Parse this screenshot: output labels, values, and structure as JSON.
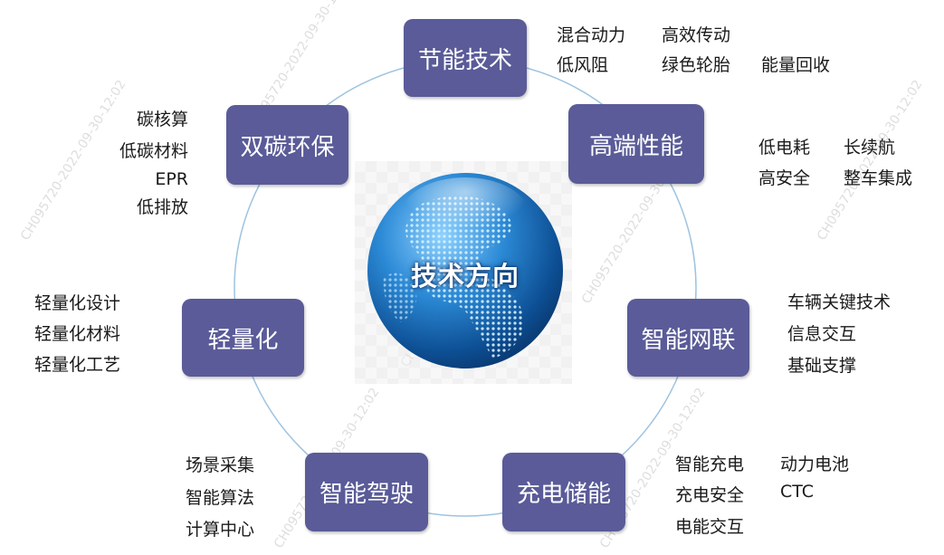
{
  "center": {
    "label": "技术方向"
  },
  "nodes": {
    "energy_saving": "节能技术",
    "high_performance": "高端性能",
    "connected": "智能网联",
    "charging": "充电储能",
    "autonomous": "智能驾驶",
    "lightweight": "轻量化",
    "dual_carbon": "双碳环保"
  },
  "details": {
    "energy_saving": [
      "混合动力",
      "高效传动",
      "低风阻",
      "绿色轮胎",
      "能量回收"
    ],
    "high_performance": [
      "低电耗",
      "长续航",
      "高安全",
      "整车集成"
    ],
    "connected": [
      "车辆关键技术",
      "信息交互",
      "基础支撑"
    ],
    "charging": [
      "智能充电",
      "动力电池",
      "充电安全",
      "CTC",
      "电能交互"
    ],
    "autonomous": [
      "场景采集",
      "智能算法",
      "计算中心"
    ],
    "lightweight": [
      "轻量化设计",
      "轻量化材料",
      "轻量化工艺"
    ],
    "dual_carbon": [
      "碳核算",
      "低碳材料",
      "EPR",
      "低排放"
    ]
  },
  "watermark": "CH095720-2022-09-30-12:02",
  "colors": {
    "node": "#5a5b98",
    "ring": "#9dc3e0",
    "globe": "#1f7cc4"
  }
}
